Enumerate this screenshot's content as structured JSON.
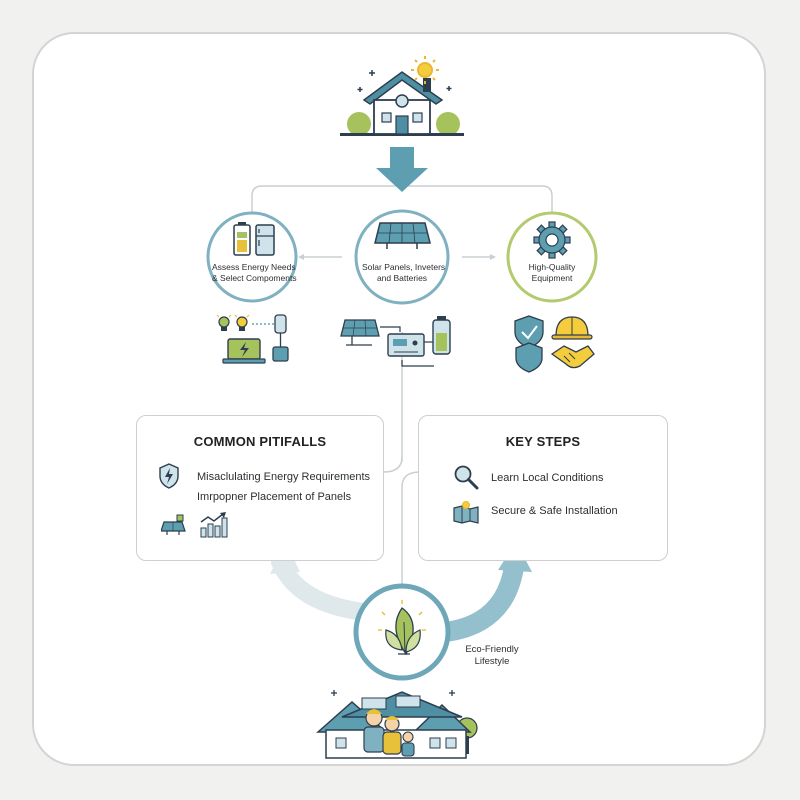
{
  "circles": {
    "assess": {
      "line1": "Assess Energy Needs",
      "line2": "& Select Compoments"
    },
    "solar": {
      "line1": "Solar Panels, Inveters",
      "line2": "and Batteries"
    },
    "quality": {
      "line1": "High-Quality",
      "line2": "Equipment"
    }
  },
  "pitfalls": {
    "title": "COMMON PITIFALLS",
    "items": [
      "Misaclulating Energy Requirements",
      "Imrpopner Placement of Panels"
    ]
  },
  "steps": {
    "title": "KEY STEPS",
    "items": [
      "Learn Local Conditions",
      "Secure & Safe Installation"
    ]
  },
  "eco": {
    "line1": "Eco-Friendly",
    "line2": "Lifestyle"
  },
  "colors": {
    "teal": "#4f8fa3",
    "light_teal": "#a8ccd6",
    "green": "#a6c25d",
    "yellow": "#e8c13a",
    "navy": "#2d3e4f"
  }
}
